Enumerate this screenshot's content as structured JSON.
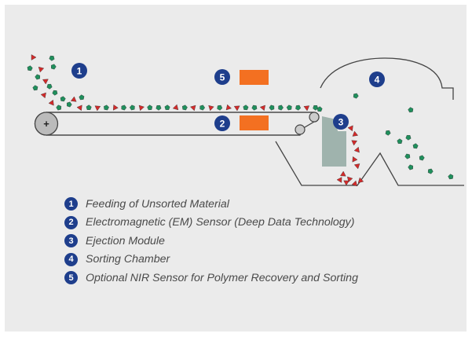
{
  "colors": {
    "background": "#ebebeb",
    "badge": "#1e3e8c",
    "sensor": "#f37021",
    "particle_green": "#1f8f5c",
    "particle_red": "#d42a2a",
    "outline": "#444444",
    "ejection": "#9fb3ad"
  },
  "markers": {
    "feeding": "1",
    "em_sensor": "2",
    "ejection": "3",
    "chamber": "4",
    "nir": "5"
  },
  "belt": {
    "head_symbol": "+"
  },
  "legend": [
    {
      "number": "1",
      "label": "Feeding of Unsorted Material"
    },
    {
      "number": "2",
      "label": "Electromagnetic (EM) Sensor (Deep Data Technology)"
    },
    {
      "number": "3",
      "label": "Ejection Module"
    },
    {
      "number": "4",
      "label": "Sorting Chamber"
    },
    {
      "number": "5",
      "label": "Optional NIR Sensor for Polymer Recovery and Sorting"
    }
  ]
}
